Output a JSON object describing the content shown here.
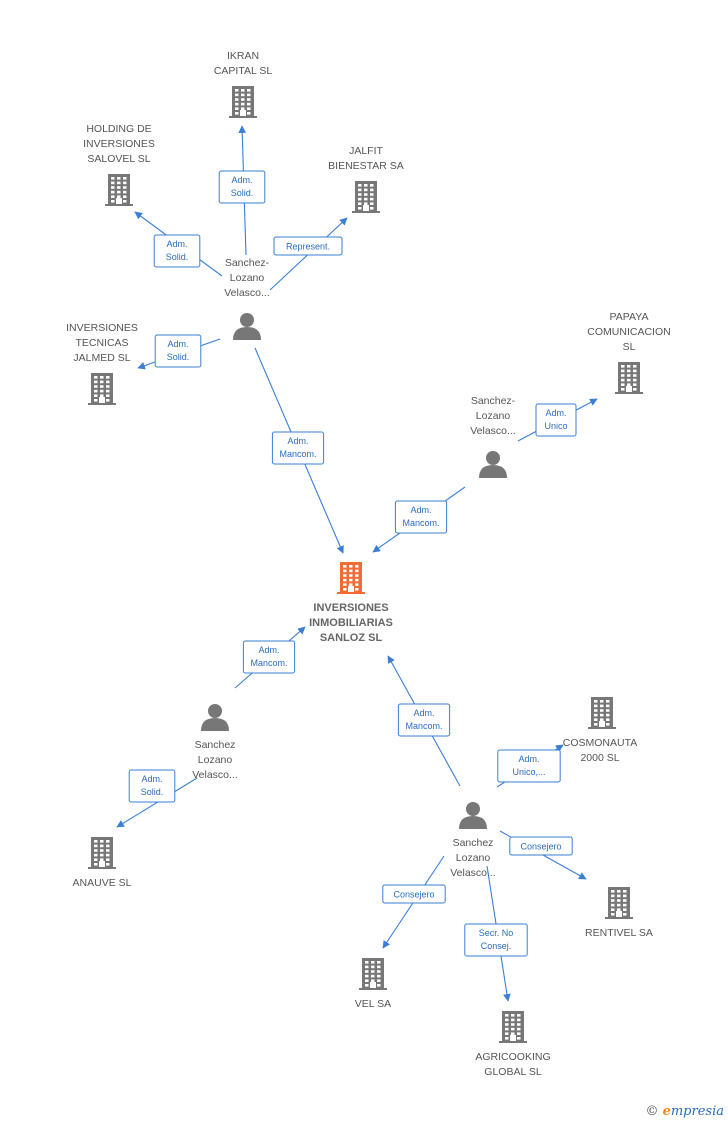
{
  "nodes": [
    {
      "id": "ikran",
      "kind": "company",
      "lines": [
        "IKRAN",
        "CAPITAL  SL"
      ]
    },
    {
      "id": "holding",
      "kind": "company",
      "lines": [
        "HOLDING DE",
        "INVERSIONES",
        "SALOVEL SL"
      ]
    },
    {
      "id": "jalfit",
      "kind": "company",
      "lines": [
        "JALFIT",
        "BIENESTAR SA"
      ]
    },
    {
      "id": "jalmed",
      "kind": "company",
      "lines": [
        "INVERSIONES",
        "TECNICAS",
        "JALMED  SL"
      ]
    },
    {
      "id": "papaya",
      "kind": "company",
      "lines": [
        "PAPAYA",
        "COMUNICACION",
        "SL"
      ]
    },
    {
      "id": "main",
      "kind": "main",
      "lines": [
        "INVERSIONES",
        "INMOBILIARIAS",
        "SANLOZ  SL"
      ]
    },
    {
      "id": "cosmo",
      "kind": "company",
      "lines": [
        "COSMONAUTA",
        "2000  SL"
      ]
    },
    {
      "id": "anauve",
      "kind": "company",
      "lines": [
        "ANAUVE  SL"
      ]
    },
    {
      "id": "rentivel",
      "kind": "company",
      "lines": [
        "RENTIVEL SA"
      ]
    },
    {
      "id": "vel",
      "kind": "company",
      "lines": [
        "VEL SA"
      ]
    },
    {
      "id": "agri",
      "kind": "company",
      "lines": [
        "AGRICOOKING",
        "GLOBAL  SL"
      ]
    },
    {
      "id": "p1",
      "kind": "person",
      "lines": [
        "Sanchez-",
        "Lozano",
        "Velasco..."
      ]
    },
    {
      "id": "p2",
      "kind": "person",
      "lines": [
        "Sanchez-",
        "Lozano",
        "Velasco..."
      ]
    },
    {
      "id": "p3",
      "kind": "person",
      "lines": [
        "Sanchez",
        "Lozano",
        "Velasco..."
      ]
    },
    {
      "id": "p4",
      "kind": "person",
      "lines": [
        "Sanchez",
        "Lozano",
        "Velasco..."
      ]
    }
  ],
  "edges": [
    {
      "from": "p1",
      "to": "ikran",
      "label": [
        "Adm.",
        "Solid."
      ]
    },
    {
      "from": "p1",
      "to": "holding",
      "label": [
        "Adm.",
        "Solid."
      ]
    },
    {
      "from": "p1",
      "to": "jalfit",
      "label": [
        "Represent."
      ]
    },
    {
      "from": "p1",
      "to": "jalmed",
      "label": [
        "Adm.",
        "Solid."
      ]
    },
    {
      "from": "p1",
      "to": "main",
      "label": [
        "Adm.",
        "Mancom."
      ]
    },
    {
      "from": "p2",
      "to": "papaya",
      "label": [
        "Adm.",
        "Unico"
      ]
    },
    {
      "from": "p2",
      "to": "main",
      "label": [
        "Adm.",
        "Mancom."
      ]
    },
    {
      "from": "p3",
      "to": "main",
      "label": [
        "Adm.",
        "Mancom."
      ]
    },
    {
      "from": "p3",
      "to": "anauve",
      "label": [
        "Adm.",
        "Solid."
      ]
    },
    {
      "from": "p4",
      "to": "main",
      "label": [
        "Adm.",
        "Mancom."
      ]
    },
    {
      "from": "p4",
      "to": "cosmo",
      "label": [
        "Adm.",
        "Unico,..."
      ]
    },
    {
      "from": "p4",
      "to": "rentivel",
      "label": [
        "Consejero"
      ]
    },
    {
      "from": "p4",
      "to": "vel",
      "label": [
        "Consejero"
      ]
    },
    {
      "from": "p4",
      "to": "agri",
      "label": [
        "Secr.  No",
        "Consej."
      ]
    }
  ],
  "colors": {
    "company": "#777777",
    "main": "#f26a35",
    "person": "#777777",
    "edge": "#3a7fd5"
  },
  "brand": {
    "copyright": "©",
    "e": "e",
    "rest": "mpresia"
  }
}
